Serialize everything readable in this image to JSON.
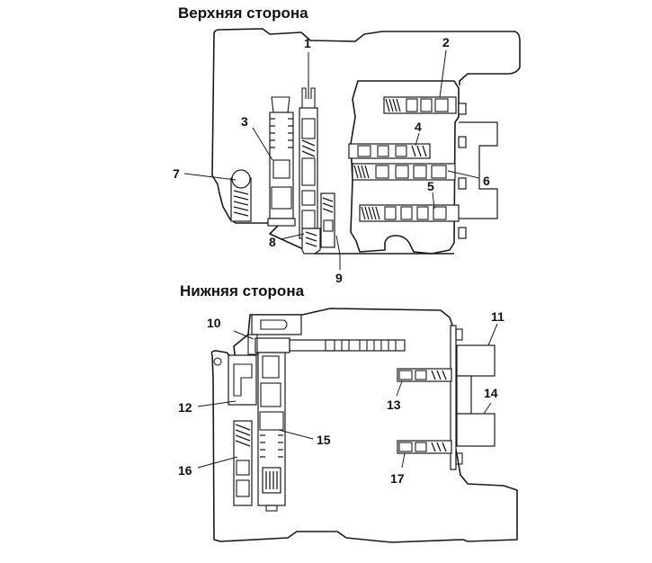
{
  "headings": {
    "top": "Верхняя сторона",
    "bottom": "Нижняя сторона"
  },
  "callouts": {
    "c1": "1",
    "c2": "2",
    "c3": "3",
    "c4": "4",
    "c5": "5",
    "c6": "6",
    "c7": "7",
    "c8": "8",
    "c9": "9",
    "c10": "10",
    "c11": "11",
    "c12": "12",
    "c13": "13",
    "c14": "14",
    "c15": "15",
    "c16": "16",
    "c17": "17"
  },
  "colors": {
    "line": "#1a1a1a",
    "background": "#ffffff"
  }
}
